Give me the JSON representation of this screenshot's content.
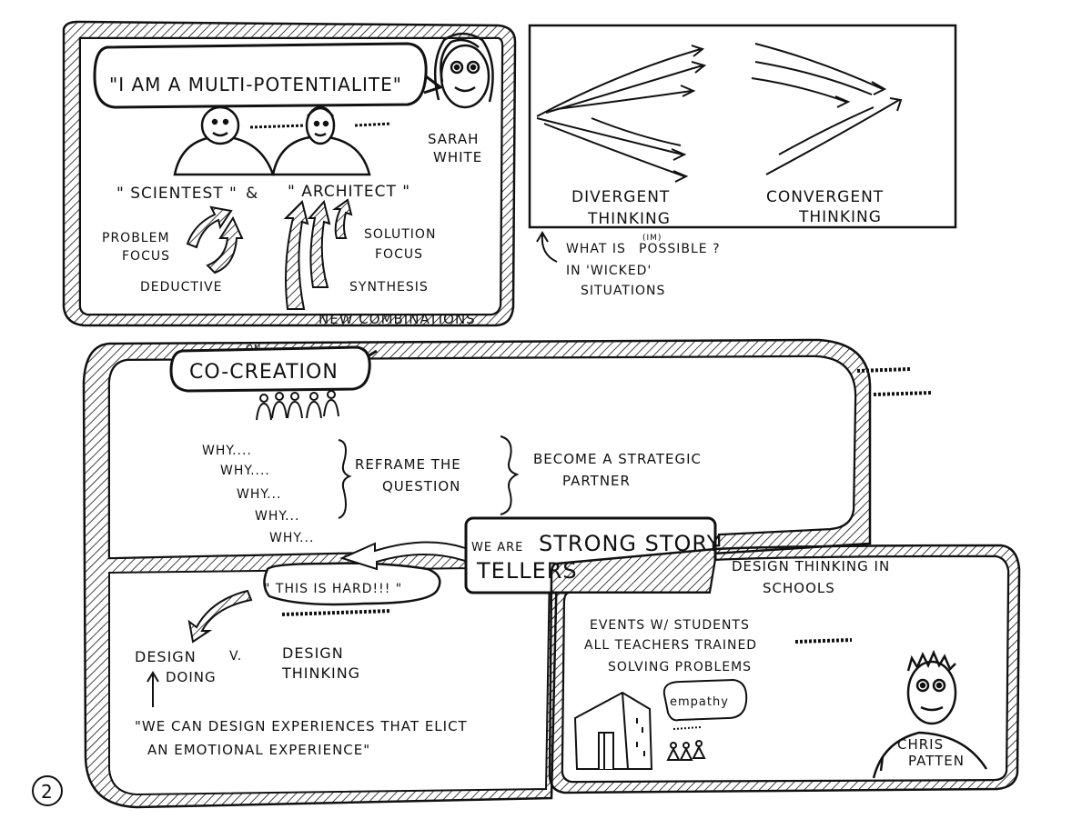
{
  "panel_multipotentialite": {
    "quote": "\"I AM A MULTI-POTENTIALITE\"",
    "speaker_name_line1": "SARAH",
    "speaker_name_line2": "WHITE",
    "scientist_label": "\" SCIENTEST \"",
    "and_symbol": "&",
    "architect_label": "\" ARCHITECT \"",
    "problem_focus_line1": "PROBLEM",
    "problem_focus_line2": "FOCUS",
    "deductive": "DEDUCTIVE",
    "solution_focus_line1": "SOLUTION",
    "solution_focus_line2": "FOCUS",
    "synthesis": "SYNTHESIS",
    "new_combinations": "NEW COMBINATIONS"
  },
  "panel_thinking": {
    "divergent_line1": "DIVERGENT",
    "divergent_line2": "THINKING",
    "convergent_line1": "CONVERGENT",
    "convergent_line2": "THINKING",
    "note_prefix": "WHAT IS",
    "note_superscript": "(IM)",
    "note_suffix": "POSSIBLE ?",
    "note_line2": "IN 'WICKED'",
    "note_line3": "SITUATIONS"
  },
  "panel_cocreation": {
    "on_label": "ON..",
    "title": "CO-CREATION",
    "why_items": [
      "WHY....",
      "WHY....",
      "WHY...",
      "WHY...",
      "WHY..."
    ],
    "reframe_line1": "REFRAME THE",
    "reframe_line2": "QUESTION",
    "strategic_line1": "BECOME A STRATEGIC",
    "strategic_line2": "PARTNER"
  },
  "panel_storytellers": {
    "prefix": "WE ARE",
    "line1": "STRONG STORY",
    "line2": "TELLERS"
  },
  "panel_design": {
    "this_is_hard": "\" THIS IS HARD!!! \"",
    "design": "DESIGN",
    "versus": "V.",
    "doing": "DOING",
    "design_thinking_line1": "DESIGN",
    "design_thinking_line2": "THINKING",
    "quote_line1": "\"WE CAN DESIGN EXPERIENCES THAT ELICT",
    "quote_line2": "AN EMOTIONAL EXPERIENCE\""
  },
  "panel_schools": {
    "title_line1": "DESIGN THINKING IN",
    "title_line2": "SCHOOLS",
    "item1": "EVENTS W/ STUDENTS",
    "item2": "ALL TEACHERS TRAINED",
    "item3": "SOLVING PROBLEMS",
    "empathy": "empathy",
    "speaker_name_line1": "CHRIS",
    "speaker_name_line2": "PATTEN"
  },
  "page_number": "2",
  "colors": {
    "ink": "#111111",
    "paper": "#ffffff"
  }
}
